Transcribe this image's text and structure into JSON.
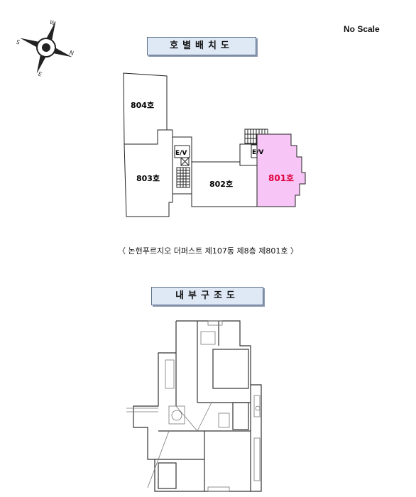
{
  "compass": {
    "n": "N",
    "s": "S",
    "e": "E",
    "w": "W"
  },
  "no_scale": "No Scale",
  "section1_title": "호별배치도",
  "units": {
    "u804": "804호",
    "u803": "803호",
    "u802": "802호",
    "u801": "801호",
    "ev": "E/V"
  },
  "highlight_color": "#f7c6f7",
  "highlight_text_color": "#e0003c",
  "caption": "〈 논현푸르지오 더퍼스트 제107동 제8층 제801호 〉",
  "section2_title": "내부구조도"
}
